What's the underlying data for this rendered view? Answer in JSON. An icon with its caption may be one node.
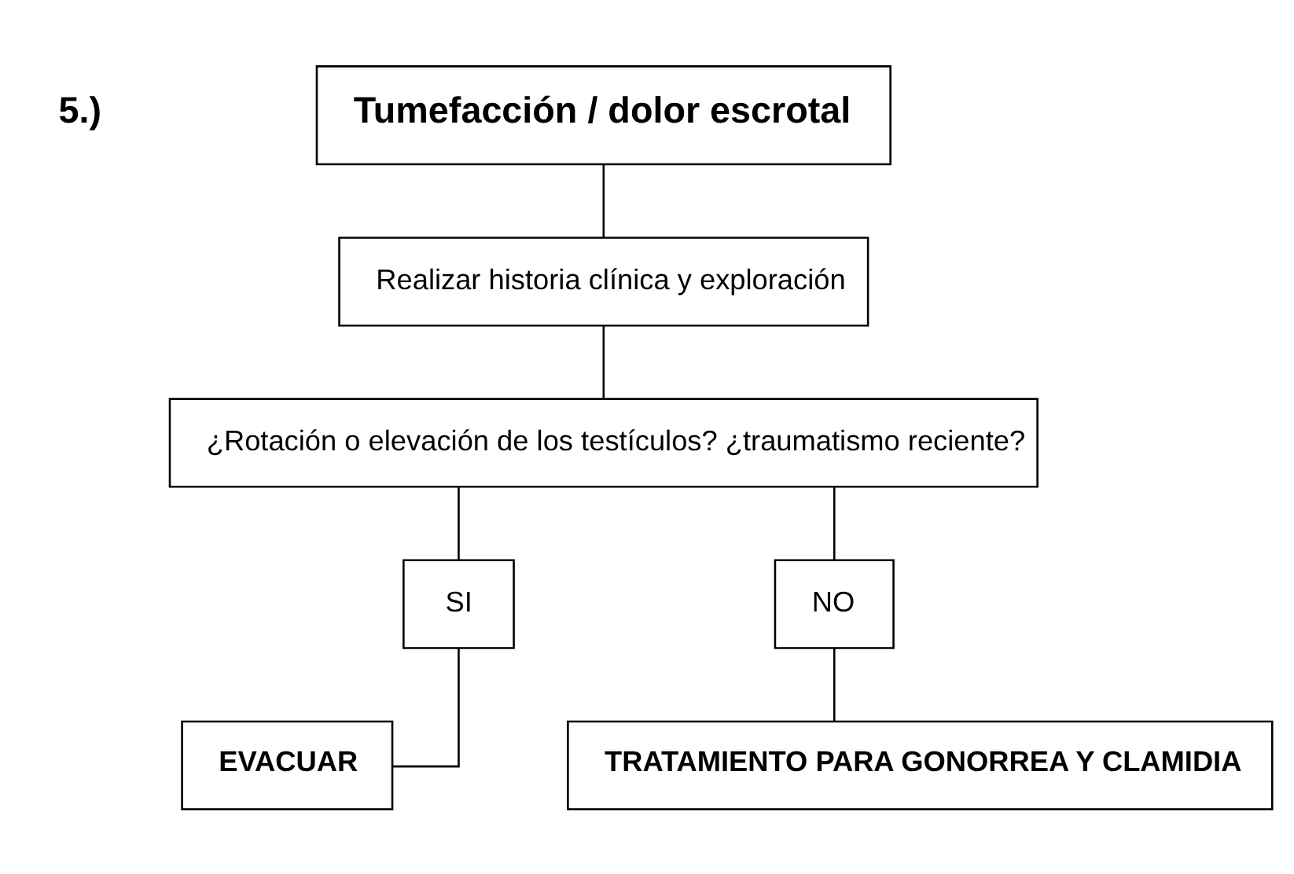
{
  "diagram": {
    "nodes": [
      {
        "text": [
          "Tumefacción / dolor escrotal"
        ]
      },
      {
        "text": [
          "Realizar historia clínica y exploración"
        ]
      },
      {
        "text": [
          "¿Rotación o elevación de los testículos? ¿traumatismo reciente?"
        ]
      },
      {
        "text": [
          "SI"
        ]
      },
      {
        "text": [
          "NO"
        ]
      },
      {
        "text": [
          "EVACUAR"
        ]
      },
      {
        "text": [
          "TRATAMIENTO PARA GONORREA Y CLAMIDIA"
        ]
      }
    ],
    "edges": [
      {
        "from": 0,
        "to": 1,
        "arrow": "none"
      },
      {
        "from": 1,
        "to": 2,
        "arrow": "none"
      },
      {
        "from": 2,
        "to": 3,
        "arrow": "none"
      },
      {
        "from": 2,
        "to": 4,
        "arrow": "none"
      },
      {
        "from": 3,
        "to": 5,
        "arrow": "none"
      },
      {
        "from": 4,
        "to": 6,
        "arrow": "none"
      }
    ],
    "labels": [
      "5.)"
    ]
  }
}
